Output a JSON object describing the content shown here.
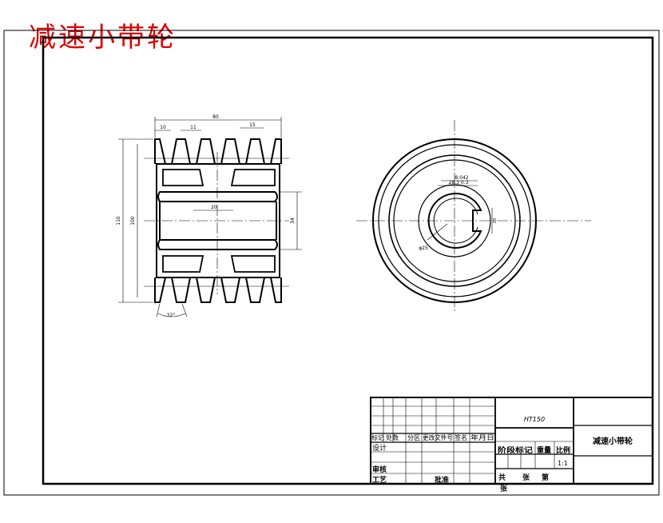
{
  "heading": "减速小带轮",
  "drawing": {
    "dims": {
      "width_total": "80",
      "groove_a": "10",
      "groove_pitch": "11",
      "groove_c": "15",
      "hub": "20",
      "bore_length": "34",
      "dia_a": "110",
      "dia_b": "100",
      "angle": "32°",
      "keyway_width": "8.042",
      "keyway_depth": "28.3 0.3",
      "bore_dia": "φ25",
      "small_v": "10"
    }
  },
  "title_block": {
    "material": "HT150",
    "part_name": "减速小带轮",
    "header_row": [
      "标记",
      "处数",
      "分区",
      "更改文件号",
      "签名",
      "年月日"
    ],
    "design": "设计",
    "review": "审核",
    "process": "工艺",
    "approve": "批准",
    "stage_mark": "阶段标记",
    "weight": "重量",
    "scale": "比例",
    "scale_value": "1:1",
    "total": "共",
    "sheets": "张",
    "sheet_no": "第",
    "sheet_unit": "张"
  }
}
